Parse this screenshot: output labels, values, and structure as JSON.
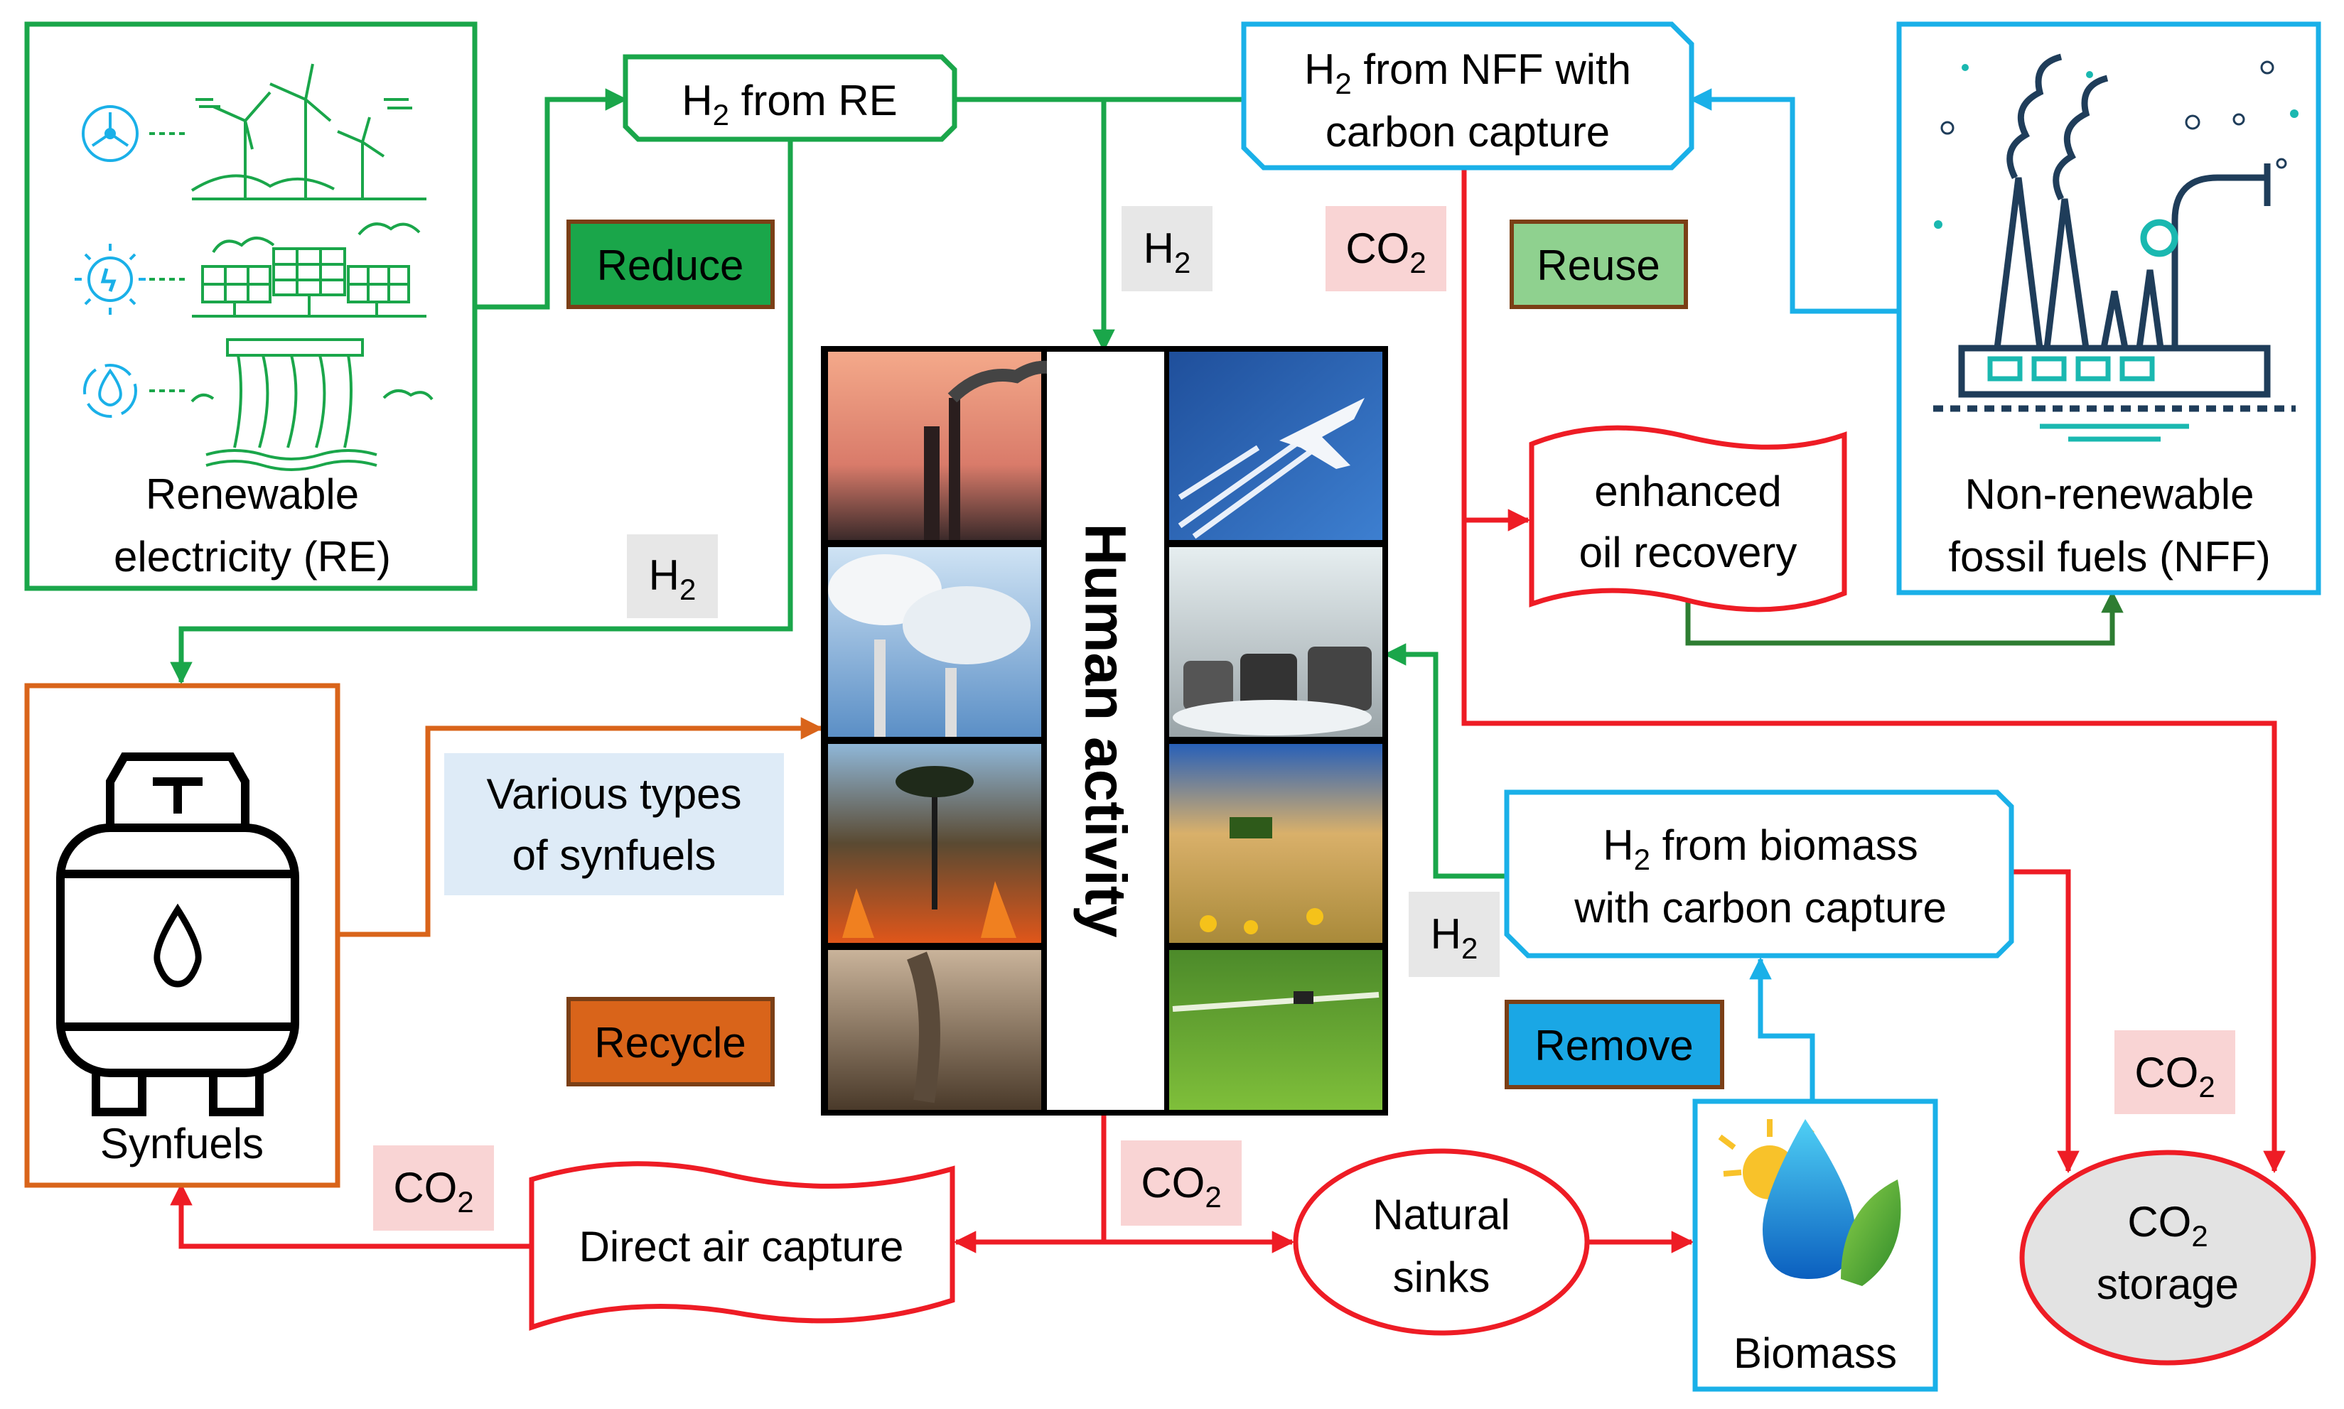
{
  "colors": {
    "green": "#1aa64a",
    "dark_green": "#2e7d32",
    "blue": "#1ab0e8",
    "red": "#ee1c25",
    "orange": "#d9641a",
    "brown": "#7b3f16",
    "reduce_fill": "#1aa64a",
    "reuse_fill": "#8fd18f",
    "recycle_fill": "#d9641a",
    "remove_fill": "#1aa7e5",
    "h2_tag_fill": "#e7e7e7",
    "co2_tag_fill": "#f9d4d4",
    "synfuel_tag_fill": "#deebf7",
    "storage_fill": "#e3e3e3"
  },
  "boxes": {
    "re": {
      "line1": "Renewable",
      "line2": "electricity (RE)"
    },
    "nff": {
      "line1": "Non-renewable",
      "line2": "fossil fuels (NFF)"
    },
    "h2_re": {
      "h": "H",
      "sub": "2",
      "rest": " from RE"
    },
    "h2_nff": {
      "h": "H",
      "sub": "2",
      "rest": " from NFF with",
      "line2": "carbon capture"
    },
    "eor": {
      "line1": "enhanced",
      "line2": "oil recovery"
    },
    "synfuels": {
      "label": "Synfuels"
    },
    "human": {
      "label": "Human activity"
    },
    "h2_biomass": {
      "h": "H",
      "sub": "2",
      "rest": " from biomass",
      "line2": "with carbon capture"
    },
    "dac": {
      "label": "Direct air capture"
    },
    "sinks": {
      "line1": "Natural",
      "line2": "sinks"
    },
    "biomass": {
      "label": "Biomass"
    },
    "storage": {
      "co": "CO",
      "sub": "2",
      "line2": "storage"
    }
  },
  "actions": {
    "reduce": "Reduce",
    "reuse": "Reuse",
    "recycle": "Recycle",
    "remove": "Remove"
  },
  "tags": {
    "h2_main": "H",
    "h2_main_sub": "2",
    "h2_left": "H",
    "h2_left_sub": "2",
    "h2_right": "H",
    "h2_right_sub": "2",
    "co2_top": "CO",
    "co2_top_sub": "2",
    "co2_bottom": "CO",
    "co2_bottom_sub": "2",
    "co2_left": "CO",
    "co2_left_sub": "2",
    "co2_right": "CO",
    "co2_right_sub": "2",
    "synfuel_line1": "Various types",
    "synfuel_line2": "of synfuels"
  }
}
